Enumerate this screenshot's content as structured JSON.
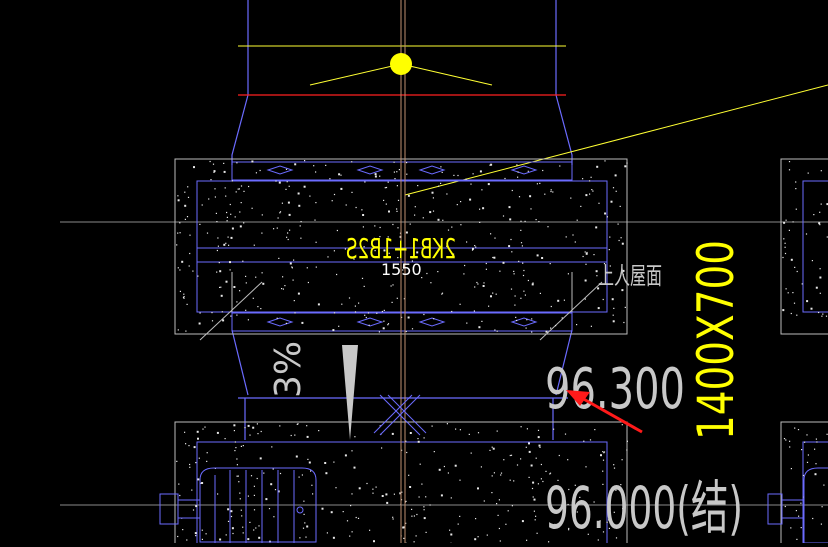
{
  "canvas": {
    "background_color": "#000000"
  },
  "colors": {
    "structure": "#6b6bff",
    "concrete_box": "#c8c8c8",
    "yellow_line": "#ffff33",
    "red_line": "#ff2020",
    "axis_line": "#c8c8c8",
    "center_axis": "#c09070",
    "annotation_arrow": "#ff1a1a",
    "text_white": "#ffffff",
    "text_gray": "#c8c8c8",
    "text_yellow": "#ffff00"
  },
  "labels": {
    "dimension_value": "1550",
    "mirrored_beam_tag": "2KB1+1B2S",
    "roof_label": "上人屋面",
    "slope": "3%",
    "elevation_1": "96.300",
    "elevation_2": "96.000(结)",
    "beam_size": "1400X700"
  },
  "icons": {
    "pivot_marker": "yellow-circle-marker-icon",
    "slope_arrow": "slope-arrow-icon",
    "cross_mark": "cross-hatch-icon",
    "motor": "motor-icon",
    "annotation_arrow": "red-arrow-icon"
  }
}
